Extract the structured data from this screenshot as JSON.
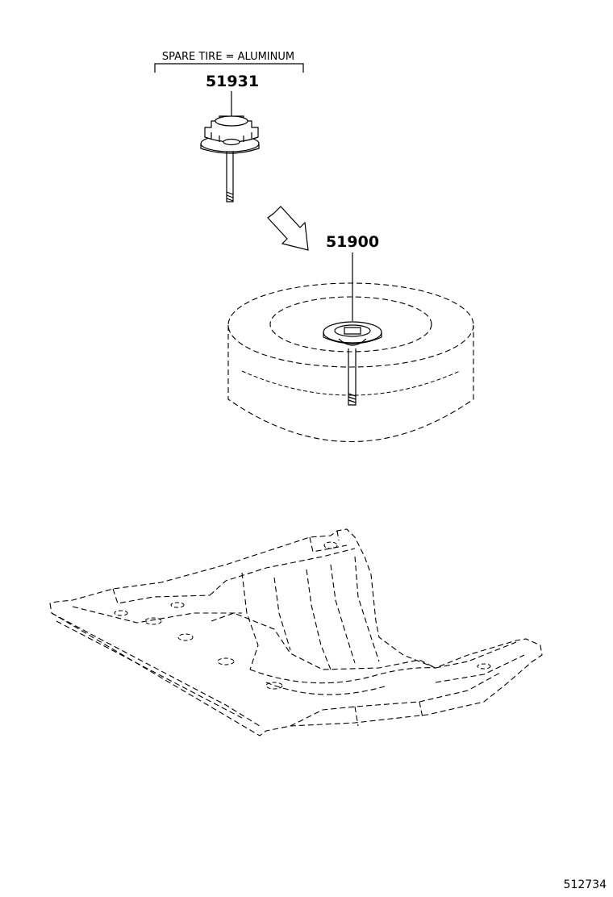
{
  "header": {
    "note": "SPARE TIRE = ALUMINUM"
  },
  "parts": [
    {
      "number": "51931",
      "component": "spare-wheel-hold-down-nut"
    },
    {
      "number": "51900",
      "component": "spare-wheel-carrier-bolt"
    }
  ],
  "illustration_id": "512734",
  "icons": {
    "direction_arrow": "hollow-arrow-down-right"
  },
  "colors": {
    "line": "#000000",
    "background": "#ffffff"
  }
}
